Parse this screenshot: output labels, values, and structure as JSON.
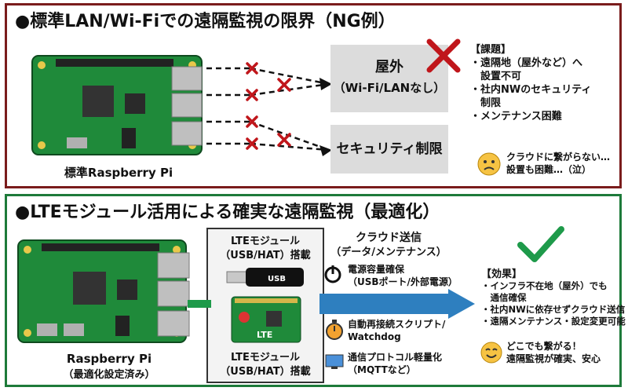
{
  "top": {
    "title": "●標準LAN/Wi-Fiでの遠隔監視の限界（NG例）",
    "pi_label": "標準Raspberry Pi",
    "box1_line1": "屋外",
    "box1_line2": "（Wi-Fi/LANなし）",
    "box2": "セキュリティ制限",
    "issues_header": "【課題】",
    "issues": [
      "・遠隔地（屋外など）へ",
      "　設置不可",
      "・社内NWのセキュリティ",
      "　制限",
      "・メンテナンス困難"
    ],
    "note_line1": "クラウドに繋がらない…",
    "note_line2": "設置も困難…（泣）"
  },
  "bottom": {
    "title": "●LTEモジュール活用による確実な遠隔監視（最適化）",
    "pi_label_line1": "Raspberry Pi",
    "pi_label_line2": "（最適化設定済み）",
    "module_top_line1": "LTEモジュール",
    "module_top_line2": "（USB/HAT）搭載",
    "usb_text": "USB",
    "lte_text": "LTE",
    "module_bottom_line1": "LTEモジュール",
    "module_bottom_line2": "（USB/HAT）搭載",
    "cloud_line1": "クラウド送信",
    "cloud_line2": "（データ/メンテナンス）",
    "power_line1": "電源容量確保",
    "power_line2": "（USBポート/外部電源）",
    "watchdog_line1": "自動再接続スクリプト/",
    "watchdog_line2": "Watchdog",
    "protocol_line1": "通信プロトコル軽量化",
    "protocol_line2": "（MQTTなど）",
    "effects_header": "【効果】",
    "effects": [
      "・インフラ不在地（屋外）でも",
      "　通信確保",
      "・社内NWに依存せずクラウド送信",
      "・遠隔メンテナンス・設定変更可能"
    ],
    "smile_line1": "どこでも繋がる！",
    "smile_line2": "遠隔監視が確実、安心"
  },
  "colors": {
    "ng_border": "#7a1c1c",
    "ok_border": "#1e7a3a",
    "x_red": "#c0161b",
    "check_green": "#1e9a4a",
    "arrow_blue": "#2e7fbf"
  },
  "icons": [
    "raspberry-pi-board",
    "red-x-icon",
    "sad-face-icon",
    "smile-face-icon",
    "check-icon",
    "usb-dongle-icon",
    "lte-hat-icon",
    "power-icon",
    "stopwatch-icon",
    "monitor-icon",
    "cloud-arrow"
  ]
}
